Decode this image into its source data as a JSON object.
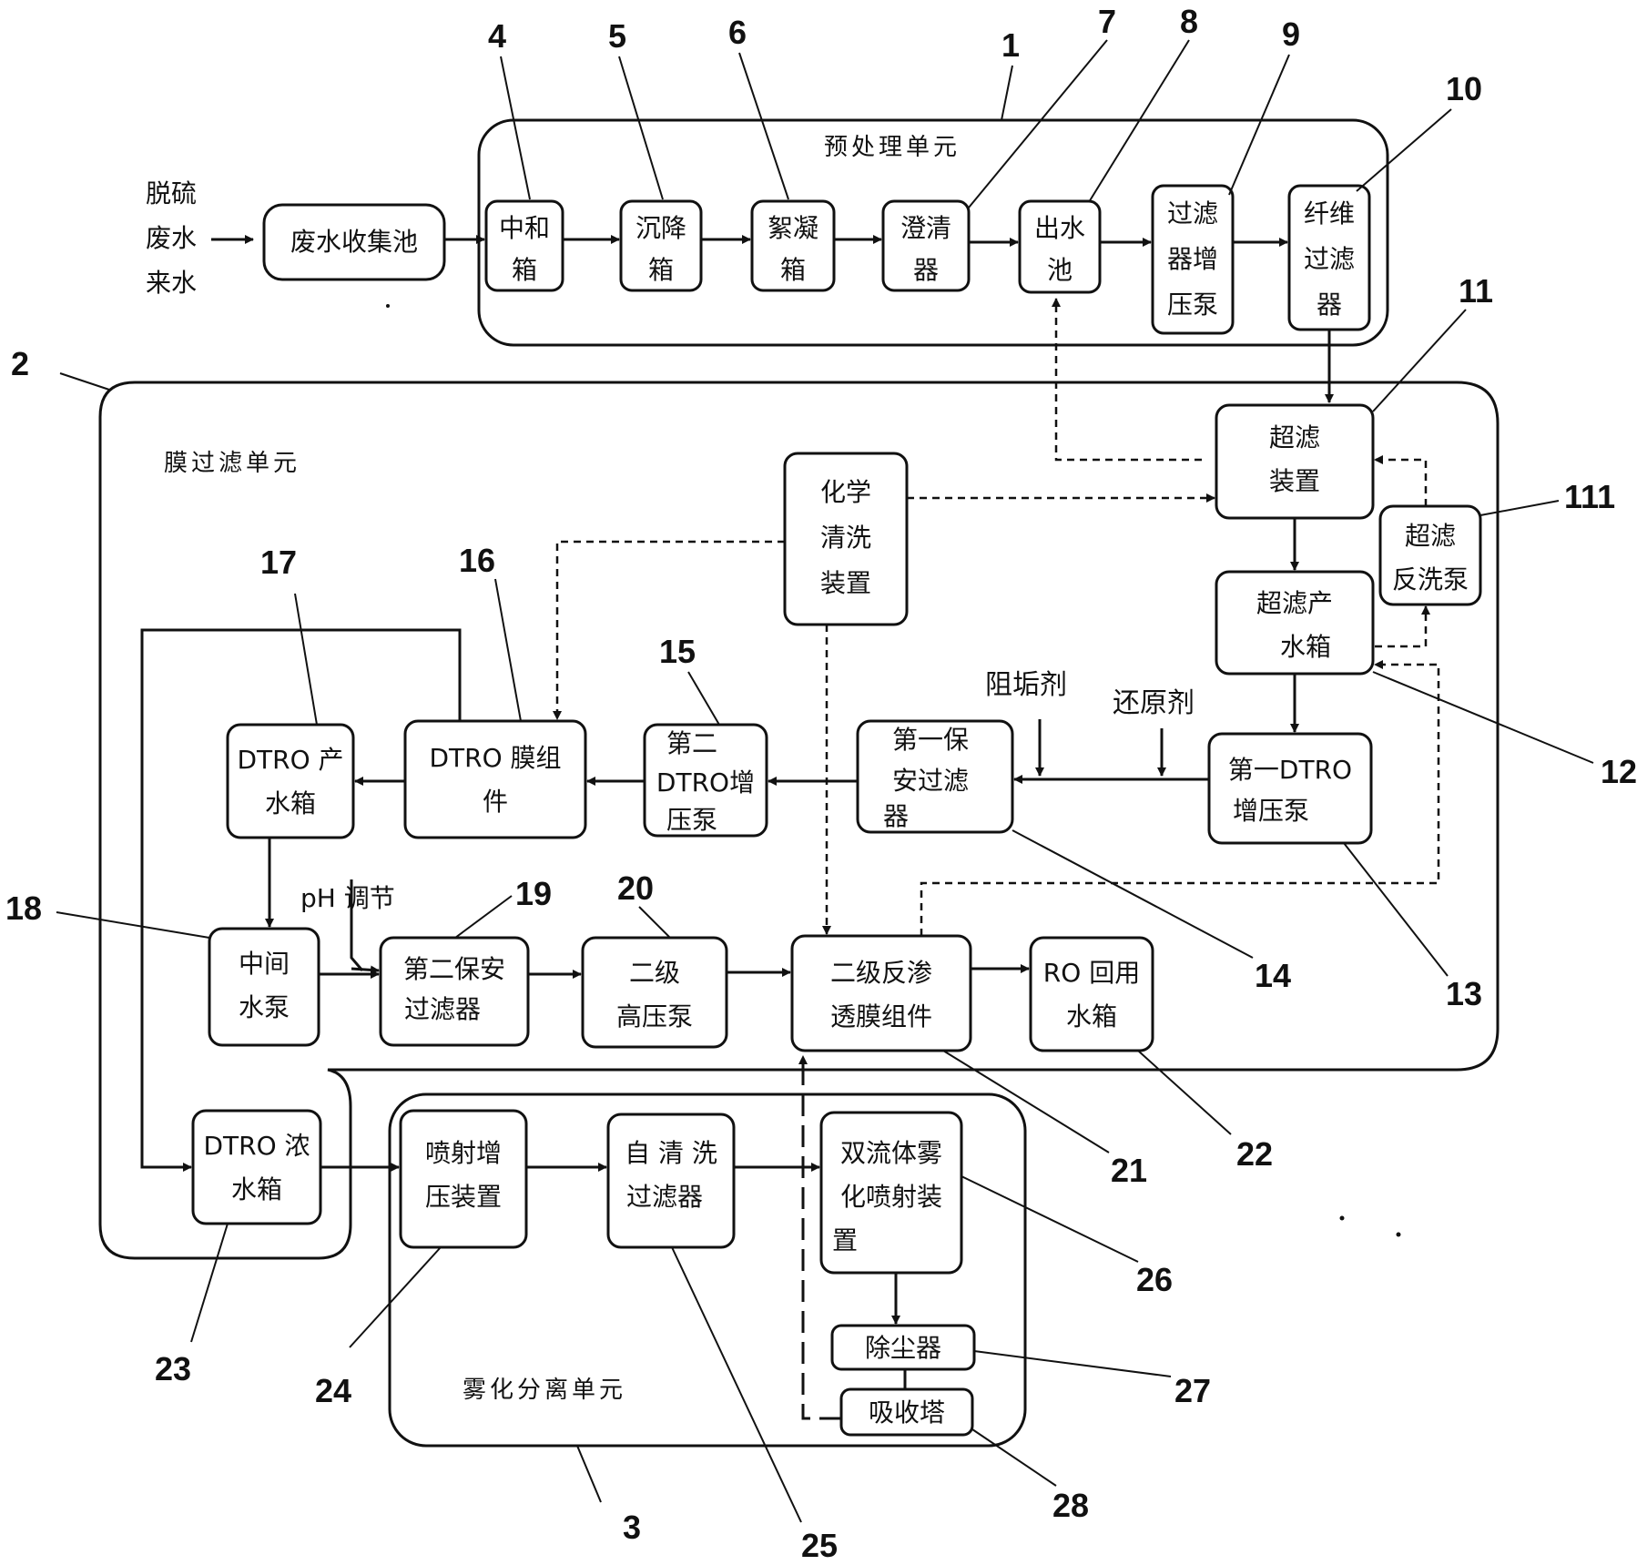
{
  "units": {
    "pretreatment": "预处理单元",
    "membrane": "膜过滤单元",
    "atomization": "雾化分离单元"
  },
  "inlet": [
    "脱硫",
    "废水",
    "来水"
  ],
  "components": {
    "collection_tank": [
      "废水收集池"
    ],
    "neutralization_tank": [
      "中和",
      "箱"
    ],
    "settling_tank": [
      "沉降",
      "箱"
    ],
    "flocculation_tank": [
      "絮凝",
      "箱"
    ],
    "clarifier": [
      "澄清",
      "器"
    ],
    "outlet_pool": [
      "出水",
      "池"
    ],
    "filter_booster_pump": [
      "过滤",
      "器增",
      "压泵"
    ],
    "fiber_filter": [
      "纤维",
      "过滤",
      "器"
    ],
    "uf_device": [
      "超滤",
      "装置"
    ],
    "uf_backwash_pump": [
      "超滤",
      "反洗泵"
    ],
    "uf_product_tank": [
      "超滤产",
      "水箱"
    ],
    "chemical_cleaning": [
      "化学",
      "清洗",
      "装置"
    ],
    "first_dtro_pump": [
      "第一DTRO",
      "增压泵"
    ],
    "first_security_filter": [
      "第一保",
      "安过滤",
      "器"
    ],
    "second_dtro_pump": [
      "第二",
      "DTRO增",
      "压泵"
    ],
    "dtro_module": [
      "DTRO 膜组",
      "件"
    ],
    "dtro_product_tank": [
      "DTRO 产",
      "水箱"
    ],
    "middle_pump": [
      "中间",
      "水泵"
    ],
    "second_security_filter": [
      "第二保安",
      "过滤器"
    ],
    "secondary_hp_pump": [
      "二级",
      "高压泵"
    ],
    "secondary_ro_module": [
      "二级反渗",
      "透膜组件"
    ],
    "ro_reuse_tank": [
      "RO 回用",
      "水箱"
    ],
    "dtro_concentrate_tank": [
      "DTRO 浓",
      "水箱"
    ],
    "spray_booster": [
      "喷射增",
      "压装置"
    ],
    "self_cleaning_filter": [
      "自 清 洗",
      "过滤器"
    ],
    "twin_fluid_sprayer": [
      "双流体雾",
      "化喷射装",
      "置"
    ],
    "dust_collector": [
      "除尘器"
    ],
    "absorption_tower": [
      "吸收塔"
    ]
  },
  "dosing": {
    "antiscalant": "阻垢剂",
    "reductant": "还原剂",
    "ph_adjust": "pH 调节"
  },
  "ref_numbers": [
    "1",
    "2",
    "3",
    "4",
    "5",
    "6",
    "7",
    "8",
    "9",
    "10",
    "11",
    "111",
    "12",
    "13",
    "14",
    "15",
    "16",
    "17",
    "18",
    "19",
    "20",
    "21",
    "22",
    "23",
    "24",
    "25",
    "26",
    "27",
    "28"
  ]
}
